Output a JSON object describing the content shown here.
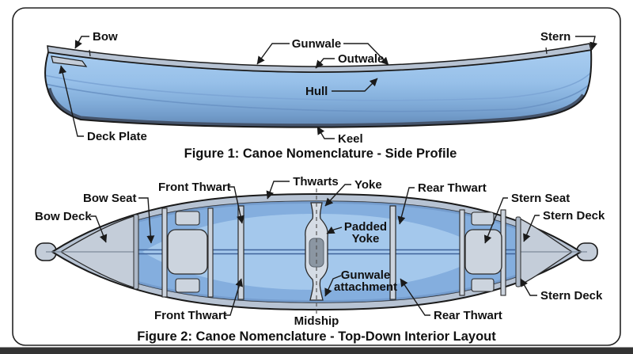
{
  "figure1": {
    "caption": "Figure 1: Canoe Nomenclature - Side Profile",
    "labels": {
      "bow": "Bow",
      "gunwale": "Gunwale",
      "outwale": "Outwale",
      "hull": "Hull",
      "keel": "Keel",
      "stern": "Stern",
      "deck_plate": "Deck Plate"
    }
  },
  "figure2": {
    "caption": "Figure 2: Canoe Nomenclature - Top-Down Interior Layout",
    "labels": {
      "bow_deck": "Bow Deck",
      "bow_seat": "Bow Seat",
      "front_thwart_top": "Front Thwart",
      "front_thwart_bottom": "Front Thwart",
      "thwarts": "Thwarts",
      "yoke": "Yoke",
      "padded_yoke_line1": "Padded",
      "padded_yoke_line2": "Yoke",
      "gunwale_attachment_line1": "Gunwale",
      "gunwale_attachment_line2": "attachment",
      "midship": "Midship",
      "rear_thwart_top": "Rear Thwart",
      "rear_thwart_bottom": "Rear Thwart",
      "stern_seat": "Stern Seat",
      "stern_deck_top": "Stern Deck",
      "stern_deck_bottom": "Stern Deck"
    }
  },
  "colors": {
    "outline": "#1a1a1a",
    "hull_top_blue": "#a9cdf0",
    "hull_bottom_blue": "#6288b4",
    "keel_dark": "#44536a",
    "gunwale_gray": "#b7c3d3",
    "deck_gray": "#c4cdd9",
    "seat_gray": "#ccd4de",
    "yoke_pad_gray": "#8b96a2",
    "interior_blue": "#84aede",
    "interior_light_blue": "#a9cdef",
    "centerline_blue": "#3f639a",
    "label_text": "#111111",
    "bottom_bar": "#333333"
  }
}
